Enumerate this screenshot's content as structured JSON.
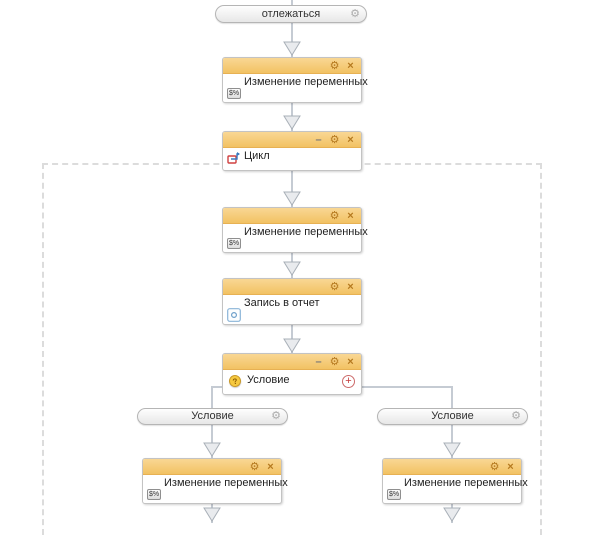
{
  "nodes": {
    "start_pill": {
      "label": "отлежаться"
    },
    "var1": {
      "label": "Изменение переменных"
    },
    "loop": {
      "label": "Цикл"
    },
    "var2": {
      "label": "Изменение переменных"
    },
    "report": {
      "label": "Запись в отчет"
    },
    "condition": {
      "label": "Условие"
    },
    "branch_left_pill": {
      "label": "Условие"
    },
    "branch_right_pill": {
      "label": "Условие"
    },
    "var3": {
      "label": "Изменение переменных"
    },
    "var4": {
      "label": "Изменение переменных"
    }
  },
  "icons": {
    "gear": "⚙",
    "close": "×",
    "minimize": "–",
    "plus": "+",
    "var_badge": "$%",
    "question": "?"
  },
  "colors": {
    "header_orange": "#f2c263",
    "node_border": "#c3c3c3",
    "connector": "#c5cbd3",
    "dashed_scope": "#dcdcdc",
    "header_icon": "#b5791f",
    "plus_red": "#c43a3a",
    "condition_yellow": "#f6c93f",
    "loop_icon_red": "#d04040",
    "loop_icon_blue": "#3a7abf",
    "report_icon_blue": "#8ab4d8"
  }
}
